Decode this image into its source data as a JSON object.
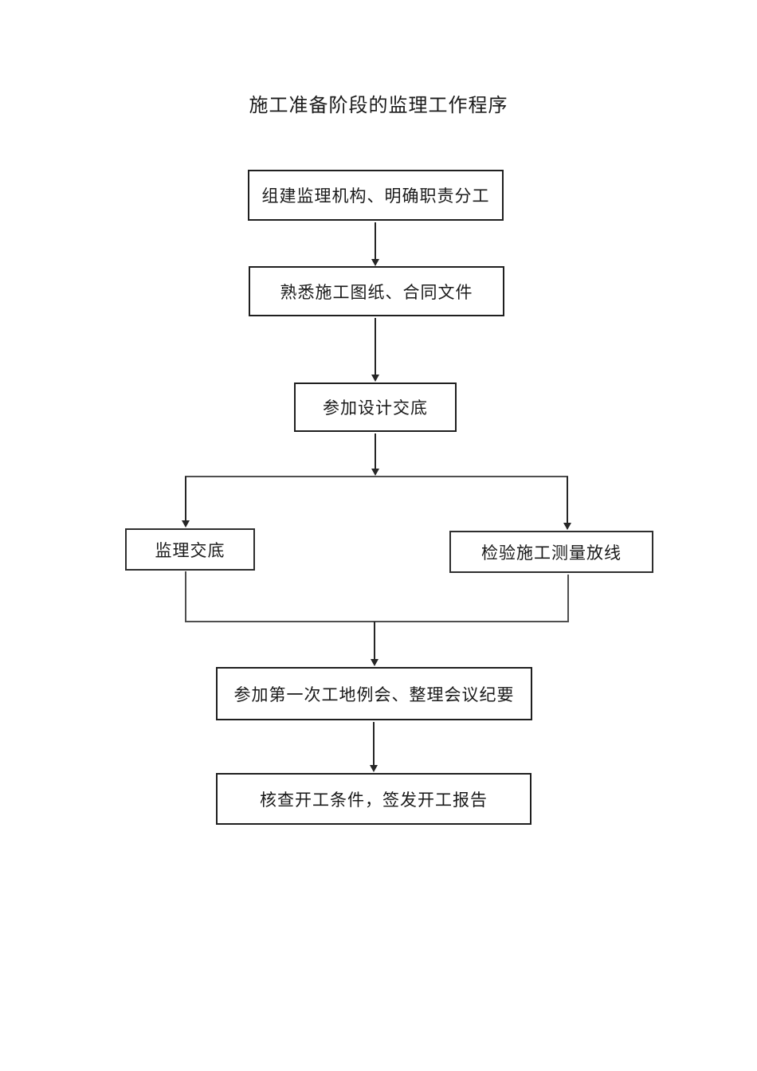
{
  "title": "施工准备阶段的监理工作程序",
  "diagram": {
    "type": "flowchart",
    "direction": "top-down",
    "nodes": [
      {
        "id": "n1",
        "label": "组建监理机构、明确职责分工"
      },
      {
        "id": "n2",
        "label": "熟悉施工图纸、合同文件"
      },
      {
        "id": "n3",
        "label": "参加设计交底"
      },
      {
        "id": "n4",
        "label": "监理交底"
      },
      {
        "id": "n5",
        "label": "检验施工测量放线"
      },
      {
        "id": "n6",
        "label": "参加第一次工地例会、整理会议纪要"
      },
      {
        "id": "n7",
        "label": "核查开工条件，签发开工报告"
      }
    ],
    "edges": [
      {
        "from": "n1",
        "to": "n2"
      },
      {
        "from": "n2",
        "to": "n3"
      },
      {
        "from": "n3",
        "to": "n4"
      },
      {
        "from": "n3",
        "to": "n5"
      },
      {
        "from": "n4",
        "to": "n6"
      },
      {
        "from": "n5",
        "to": "n6"
      },
      {
        "from": "n6",
        "to": "n7"
      }
    ],
    "colors": {
      "background": "#ffffff",
      "box_border": "#1f1f1f",
      "arrow_line": "#262626",
      "rail_line": "#4f4f4f",
      "text": "#1a1a1a"
    }
  }
}
